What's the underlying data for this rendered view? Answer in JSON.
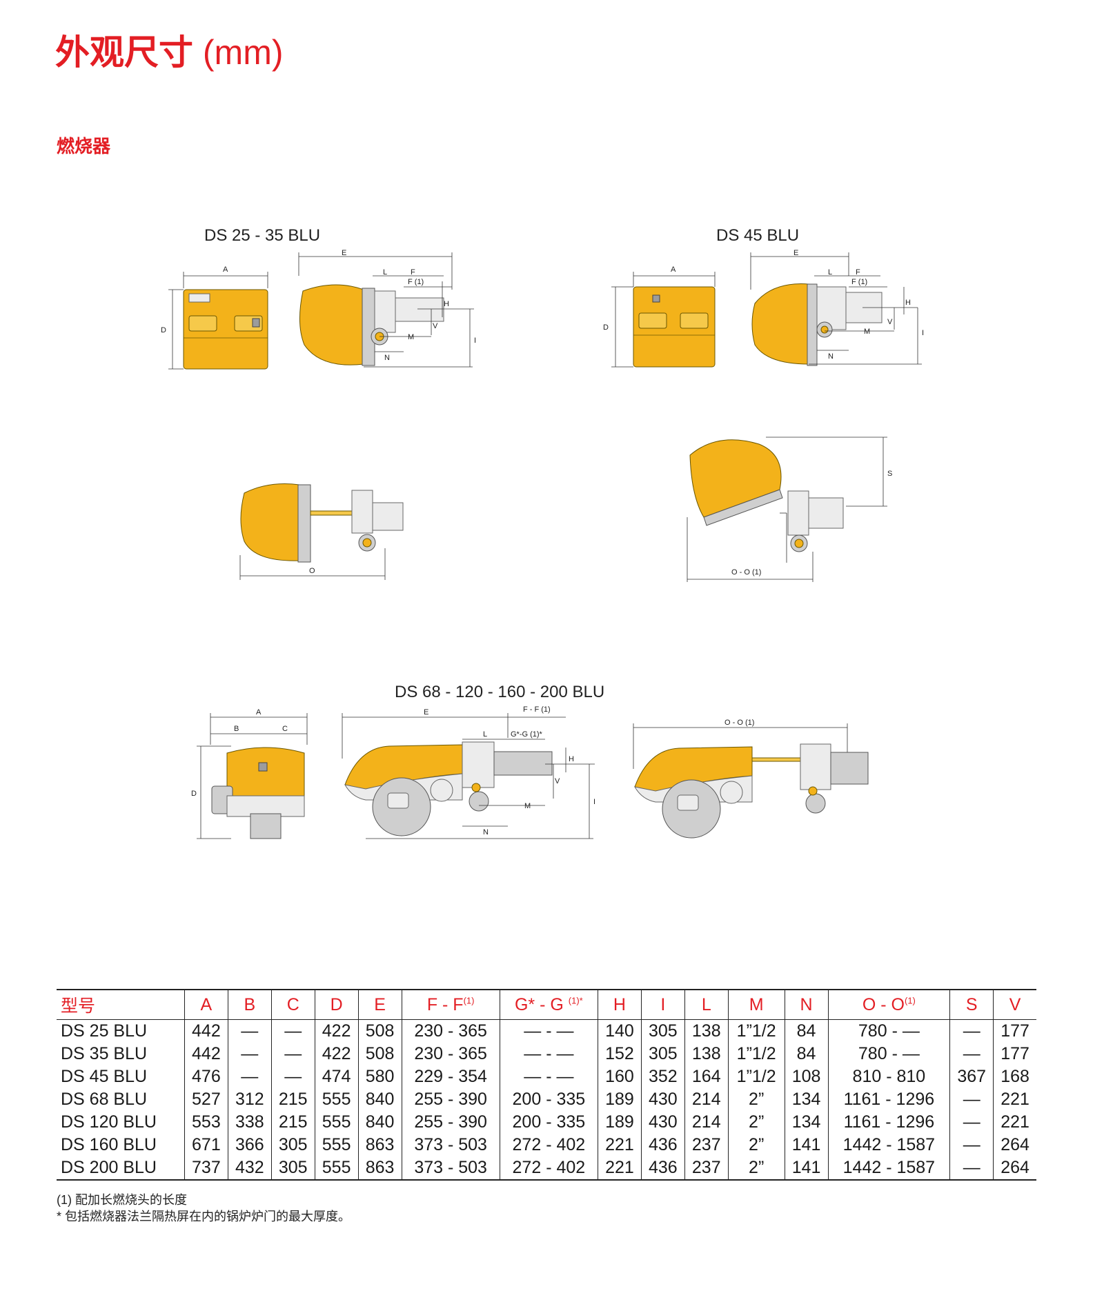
{
  "header": {
    "title": "外观尺寸",
    "title_unit": "(mm)",
    "subtitle": "燃烧器"
  },
  "diagrams": {
    "model_ds25_35": "DS 25  - 35  BLU",
    "model_ds45": "DS 45 BLU",
    "model_ds68_200": "DS 68 - 120 - 160 - 200 BLU",
    "labels": {
      "a": "A",
      "b": "B",
      "c": "C",
      "d": "D",
      "e": "E",
      "f": "F",
      "f1": "F (1)",
      "ff1": "F - F (1)",
      "gg1": "G*-G (1)*",
      "h": "H",
      "i": "I",
      "l": "L",
      "m": "M",
      "n": "N",
      "o": "O",
      "oo1": "O - O (1)",
      "s": "S",
      "v": "V"
    }
  },
  "table": {
    "headers": [
      "型号",
      "A",
      "B",
      "C",
      "D",
      "E",
      "F - F",
      "G* - G",
      "H",
      "I",
      "L",
      "M",
      "N",
      "O - O",
      "S",
      "V"
    ],
    "sup_ff": "(1)",
    "sup_gg": "(1)*",
    "sup_oo": "(1)",
    "rows": [
      [
        "DS 25 BLU",
        "442",
        "—",
        "—",
        "422",
        "508",
        "230 - 365",
        "— - —",
        "140",
        "305",
        "138",
        "1”1/2",
        "84",
        "780 - —",
        "—",
        "177"
      ],
      [
        "DS 35 BLU",
        "442",
        "—",
        "—",
        "422",
        "508",
        "230 - 365",
        "— - —",
        "152",
        "305",
        "138",
        "1”1/2",
        "84",
        "780 - —",
        "—",
        "177"
      ],
      [
        "DS 45 BLU",
        "476",
        "—",
        "—",
        "474",
        "580",
        "229 - 354",
        "— - —",
        "160",
        "352",
        "164",
        "1”1/2",
        "108",
        "810 - 810",
        "367",
        "168"
      ],
      [
        "DS 68 BLU",
        "527",
        "312",
        "215",
        "555",
        "840",
        "255 - 390",
        "200 - 335",
        "189",
        "430",
        "214",
        "2”",
        "134",
        "1161 - 1296",
        "—",
        "221"
      ],
      [
        "DS 120 BLU",
        "553",
        "338",
        "215",
        "555",
        "840",
        "255 - 390",
        "200 - 335",
        "189",
        "430",
        "214",
        "2”",
        "134",
        "1161 - 1296",
        "—",
        "221"
      ],
      [
        "DS 160 BLU",
        "671",
        "366",
        "305",
        "555",
        "863",
        "373 - 503",
        "272 - 402",
        "221",
        "436",
        "237",
        "2”",
        "141",
        "1442 - 1587",
        "—",
        "264"
      ],
      [
        "DS 200 BLU",
        "737",
        "432",
        "305",
        "555",
        "863",
        "373 - 503",
        "272 - 402",
        "221",
        "436",
        "237",
        "2”",
        "141",
        "1442 - 1587",
        "—",
        "264"
      ]
    ]
  },
  "notes": {
    "note1": "(1) 配加长燃烧头的长度",
    "note2": "*  包括燃烧器法兰隔热屏在内的锅炉炉门的最大厚度。"
  }
}
